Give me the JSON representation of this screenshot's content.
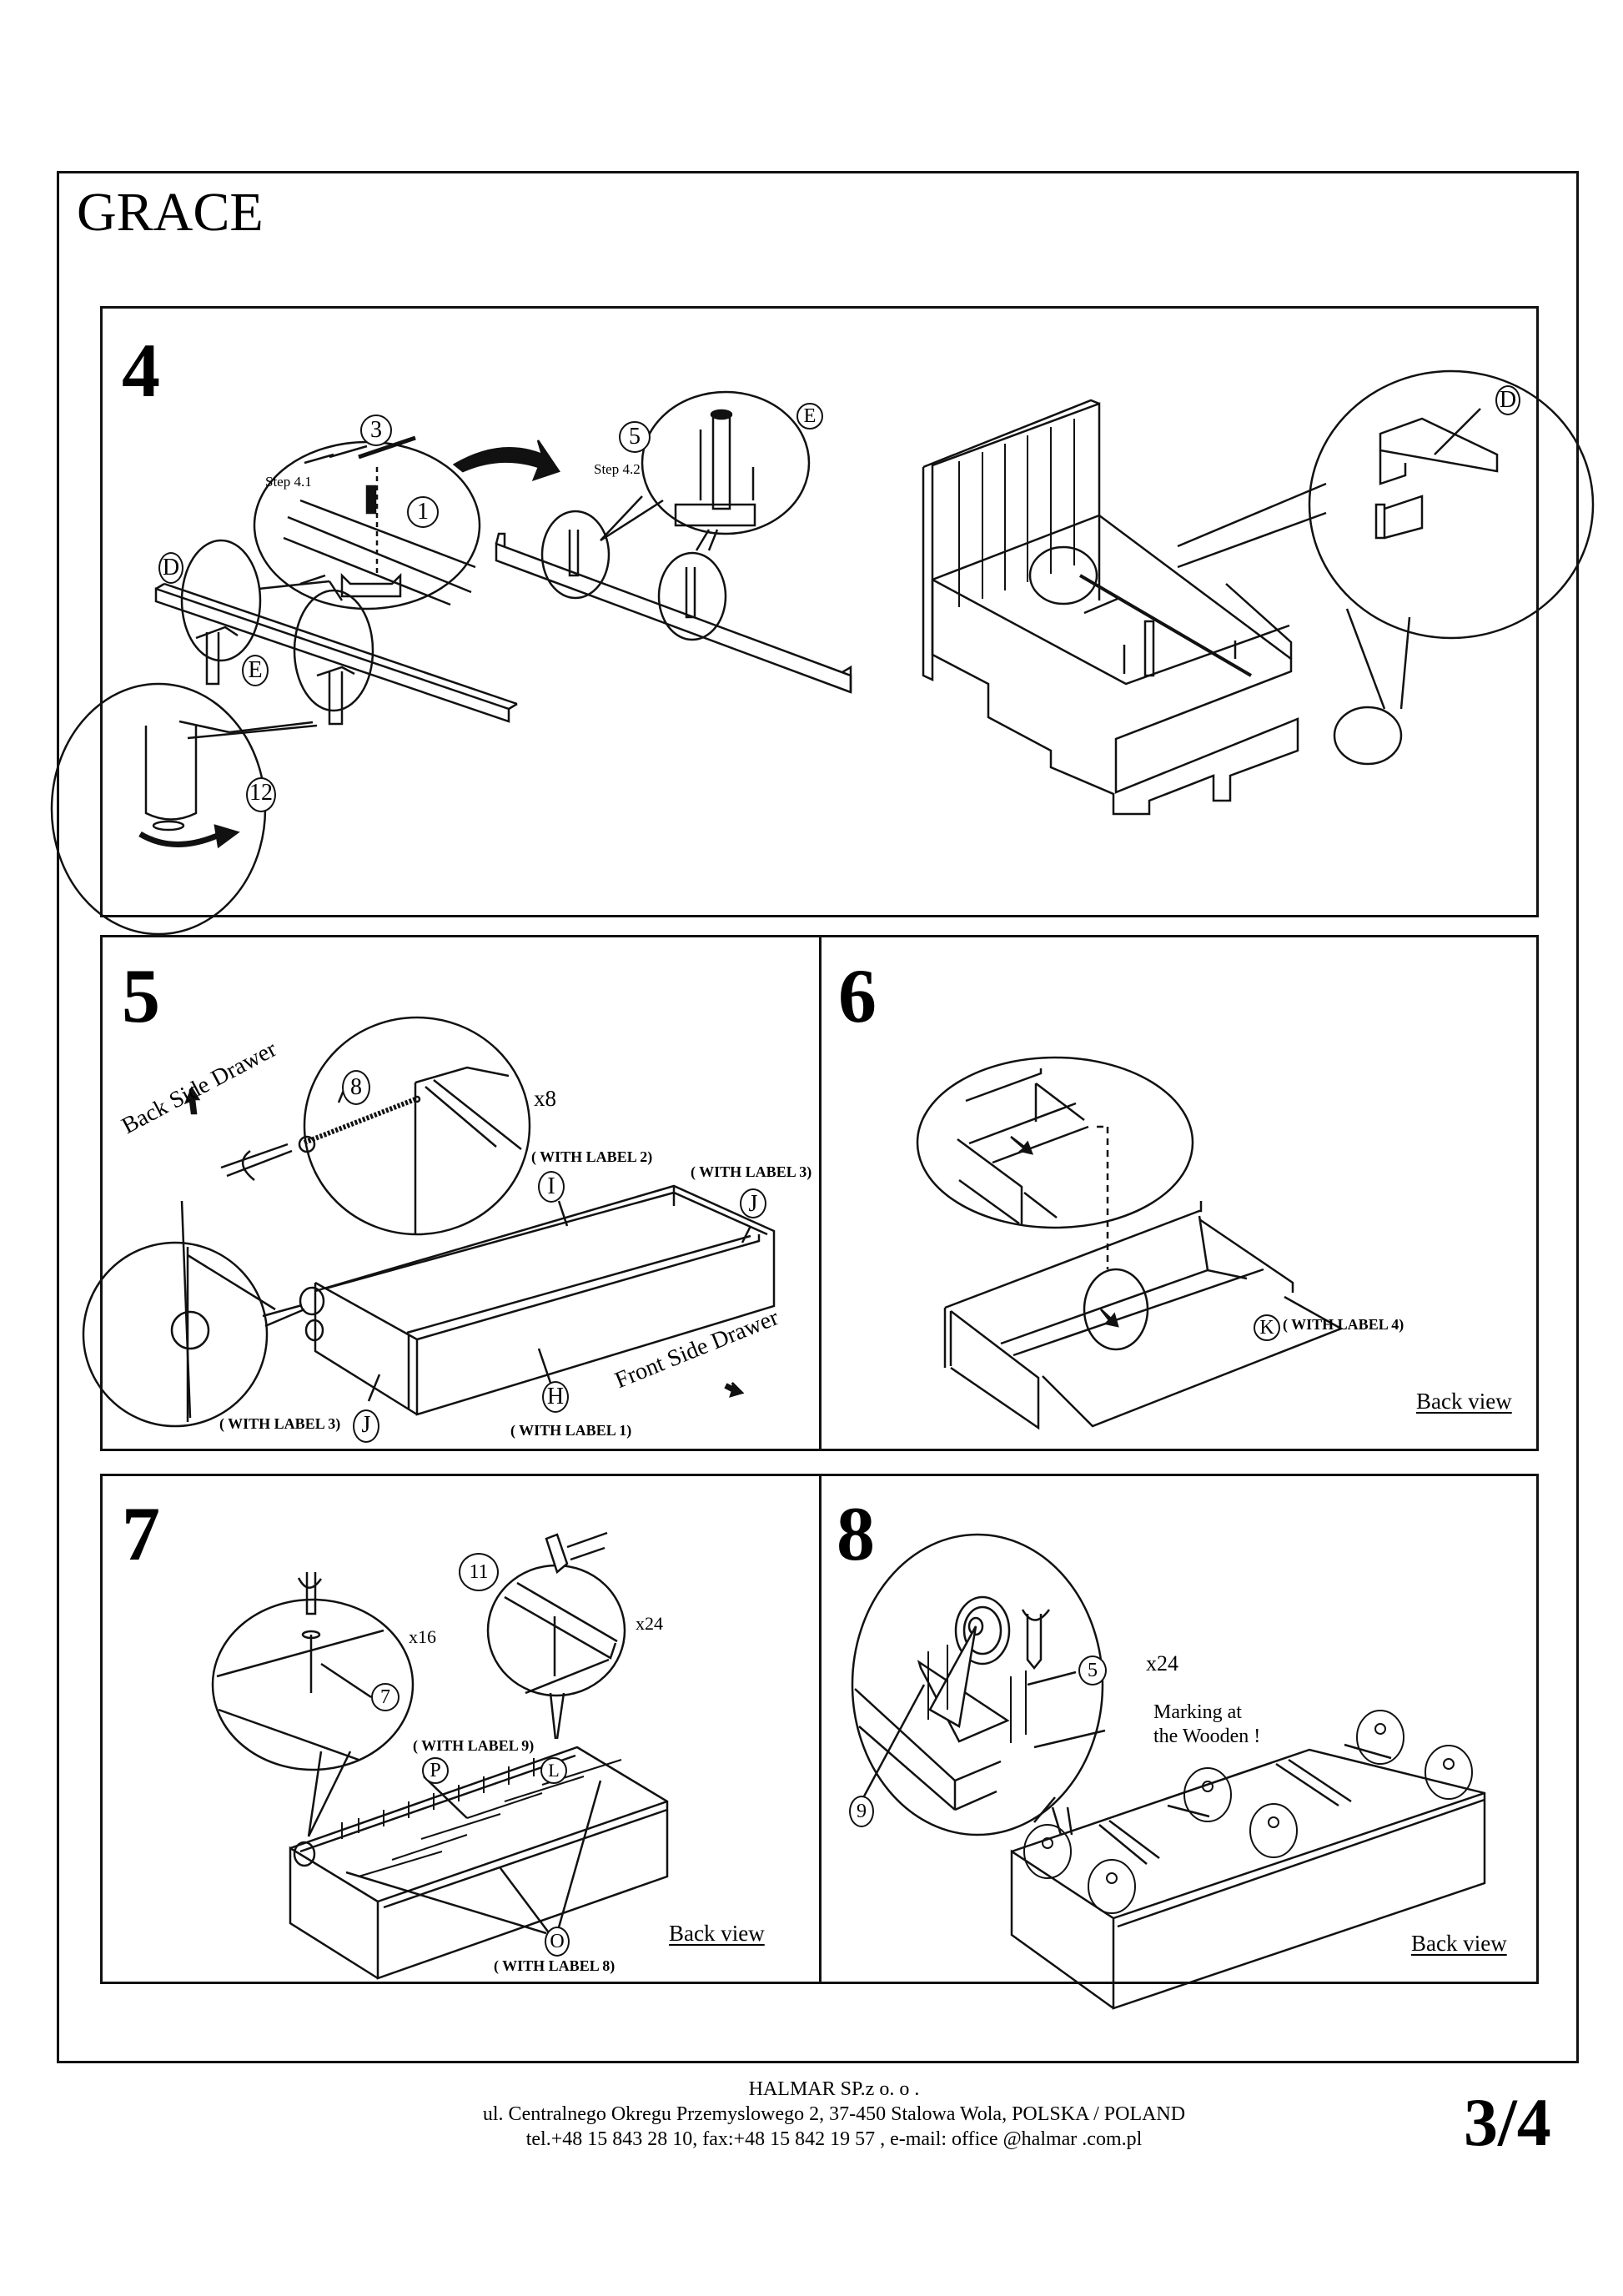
{
  "document": {
    "title": "GRACE",
    "page": "3/4"
  },
  "steps": {
    "s4": {
      "number": "4",
      "sub1": "Step 4.1",
      "sub2": "Step 4.2",
      "callouts": [
        "3",
        "1",
        "D",
        "E",
        "12",
        "5",
        "E",
        "D"
      ]
    },
    "s5": {
      "number": "5",
      "back_side": "Back Side Drawer",
      "front_side": "Front Side Drawer",
      "qty": "x8",
      "callouts": [
        "8",
        "I",
        "J",
        "H",
        "J"
      ],
      "labels": [
        "( WITH LABEL 2)",
        "( WITH LABEL 3)",
        "( WITH LABEL 3)",
        "( WITH LABEL 1)"
      ]
    },
    "s6": {
      "number": "6",
      "callout": "K",
      "label": "( WITH LABEL 4)",
      "view": "Back view"
    },
    "s7": {
      "number": "7",
      "qty1": "x16",
      "qty2": "x24",
      "callouts": [
        "7",
        "11",
        "P",
        "L",
        "O"
      ],
      "labels": [
        "( WITH LABEL 9)",
        "( WITH LABEL 8)"
      ],
      "view": "Back view"
    },
    "s8": {
      "number": "8",
      "qty": "x24",
      "callouts": [
        "5",
        "9"
      ],
      "note_line1": "Marking at",
      "note_line2": "the Wooden !",
      "view": "Back view"
    }
  },
  "footer": {
    "company": "HALMAR SP.z o. o .",
    "address": "ul. Centralnego Okregu Przemyslowego 2, 37-450 Stalowa Wola, POLSKA / POLAND",
    "contact": "tel.+48 15 843 28 10, fax:+48 15 842 19 57 , e-mail: office @halmar .com.pl"
  }
}
